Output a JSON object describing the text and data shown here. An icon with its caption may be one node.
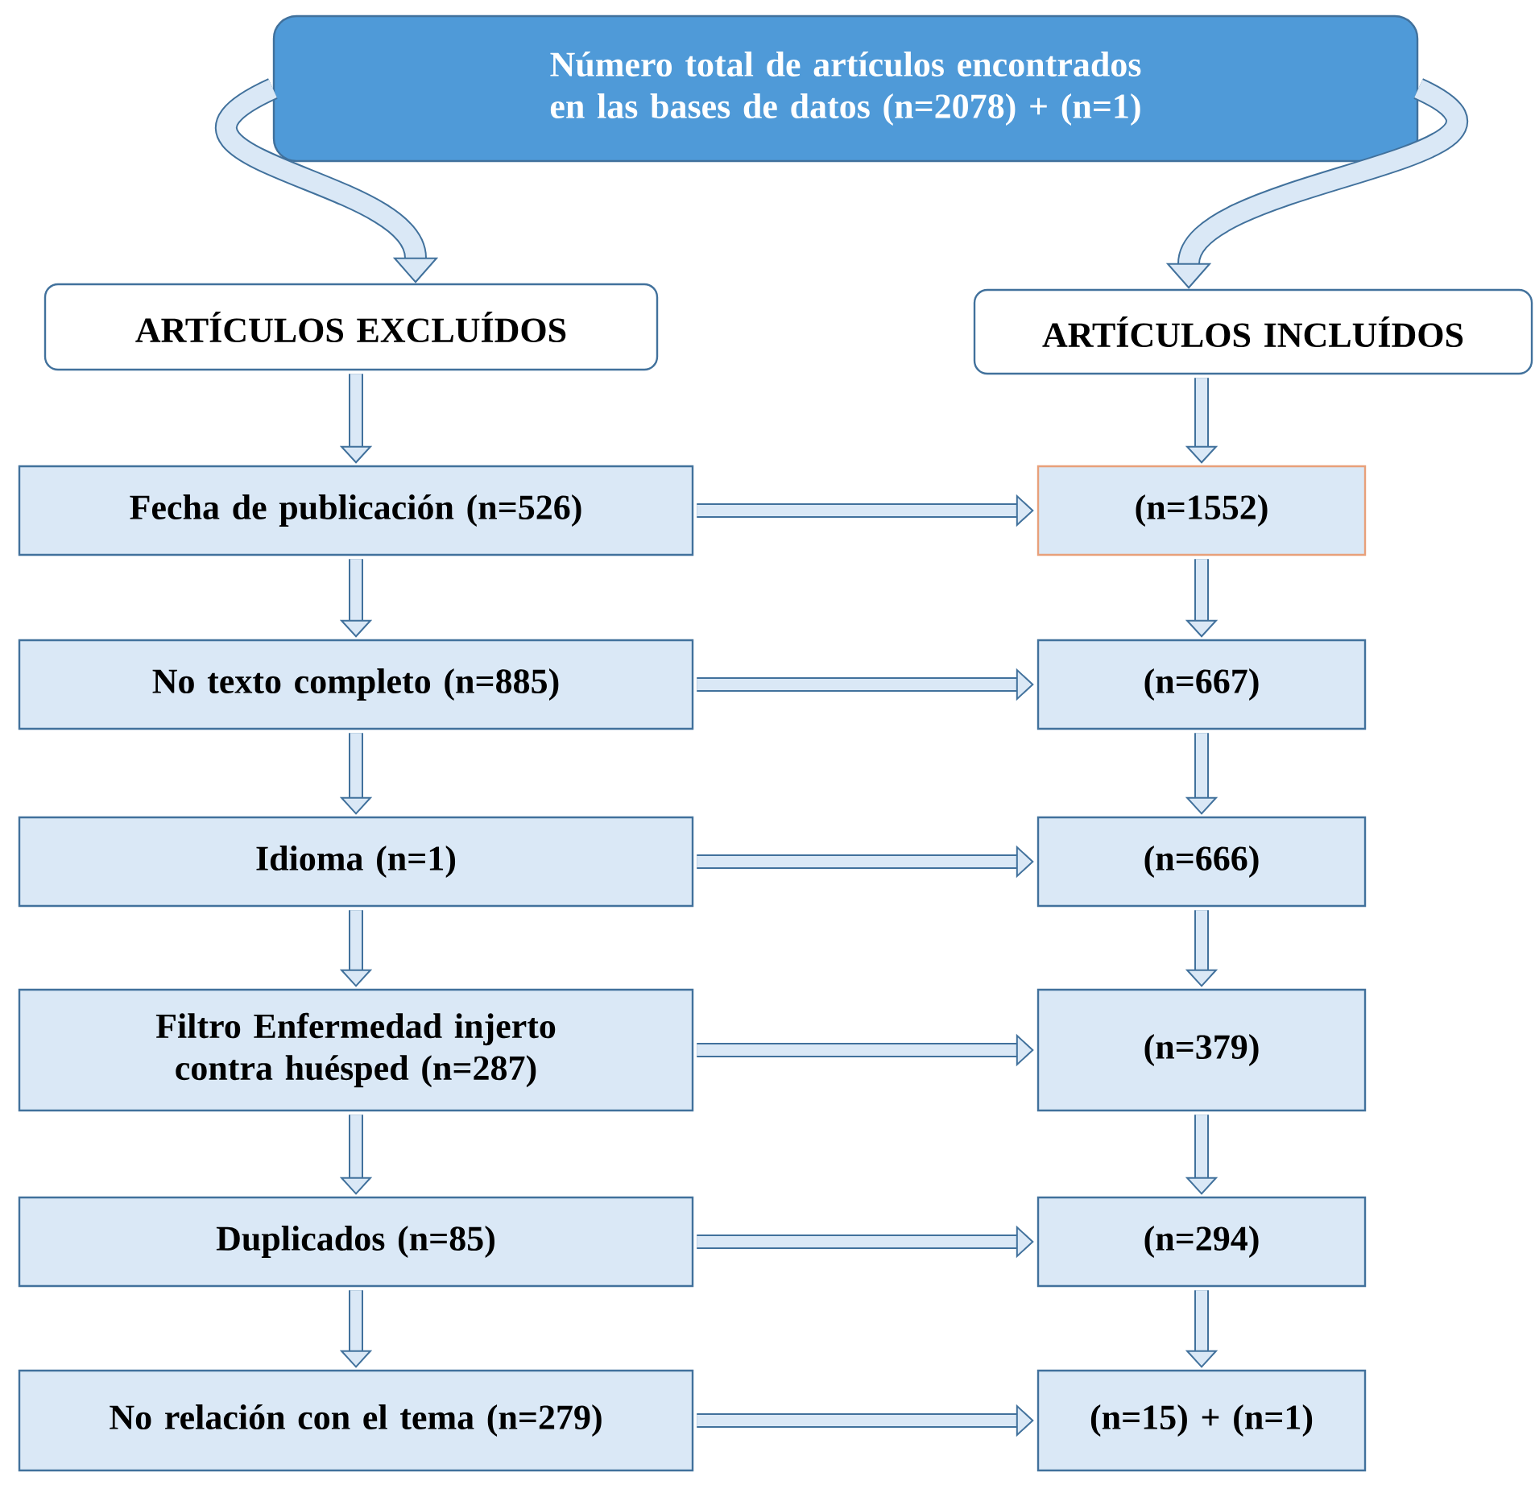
{
  "diagram": {
    "nodes": [
      {
        "text": [
          "Número total de artículos encontrados en las bases de datos (n=2078) + (n=1)"
        ]
      },
      {
        "text": [
          "ARTÍCULOS EXCLUÍDOS"
        ]
      },
      {
        "text": [
          "ARTÍCULOS INCLUÍDOS"
        ]
      },
      {
        "text": [
          "Fecha de publicación (n=526)"
        ]
      },
      {
        "text": [
          "No texto completo (n=885)"
        ]
      },
      {
        "text": [
          "Idioma (n=1)"
        ]
      },
      {
        "text": [
          "Filtro Enfermedad injerto contra huésped (n=287)"
        ]
      },
      {
        "text": [
          "Duplicados (n=85)"
        ]
      },
      {
        "text": [
          "No relación con el tema (n=279)"
        ]
      },
      {
        "text": [
          "(n=1552)"
        ]
      },
      {
        "text": [
          "(n=667)"
        ]
      },
      {
        "text": [
          "(n=666)"
        ]
      },
      {
        "text": [
          "(n=379)"
        ]
      },
      {
        "text": [
          "(n=294)"
        ]
      },
      {
        "text": [
          "(n=15) + (n=1)"
        ]
      }
    ],
    "edges": [
      {
        "from": 0,
        "to": 1,
        "arrow": "to"
      },
      {
        "from": 0,
        "to": 2,
        "arrow": "to"
      },
      {
        "from": 1,
        "to": 3,
        "arrow": "to"
      },
      {
        "from": 3,
        "to": 4,
        "arrow": "to"
      },
      {
        "from": 4,
        "to": 5,
        "arrow": "to"
      },
      {
        "from": 5,
        "to": 6,
        "arrow": "to"
      },
      {
        "from": 6,
        "to": 7,
        "arrow": "to"
      },
      {
        "from": 7,
        "to": 8,
        "arrow": "to"
      },
      {
        "from": 2,
        "to": 9,
        "arrow": "to"
      },
      {
        "from": 9,
        "to": 10,
        "arrow": "to"
      },
      {
        "from": 10,
        "to": 11,
        "arrow": "to"
      },
      {
        "from": 11,
        "to": 12,
        "arrow": "to"
      },
      {
        "from": 12,
        "to": 13,
        "arrow": "to"
      },
      {
        "from": 13,
        "to": 14,
        "arrow": "to"
      },
      {
        "from": 3,
        "to": 9,
        "arrow": "to"
      },
      {
        "from": 4,
        "to": 10,
        "arrow": "to"
      },
      {
        "from": 5,
        "to": 11,
        "arrow": "to"
      },
      {
        "from": 6,
        "to": 12,
        "arrow": "to"
      },
      {
        "from": 7,
        "to": 13,
        "arrow": "to"
      },
      {
        "from": 8,
        "to": 14,
        "arrow": "to"
      }
    ]
  }
}
